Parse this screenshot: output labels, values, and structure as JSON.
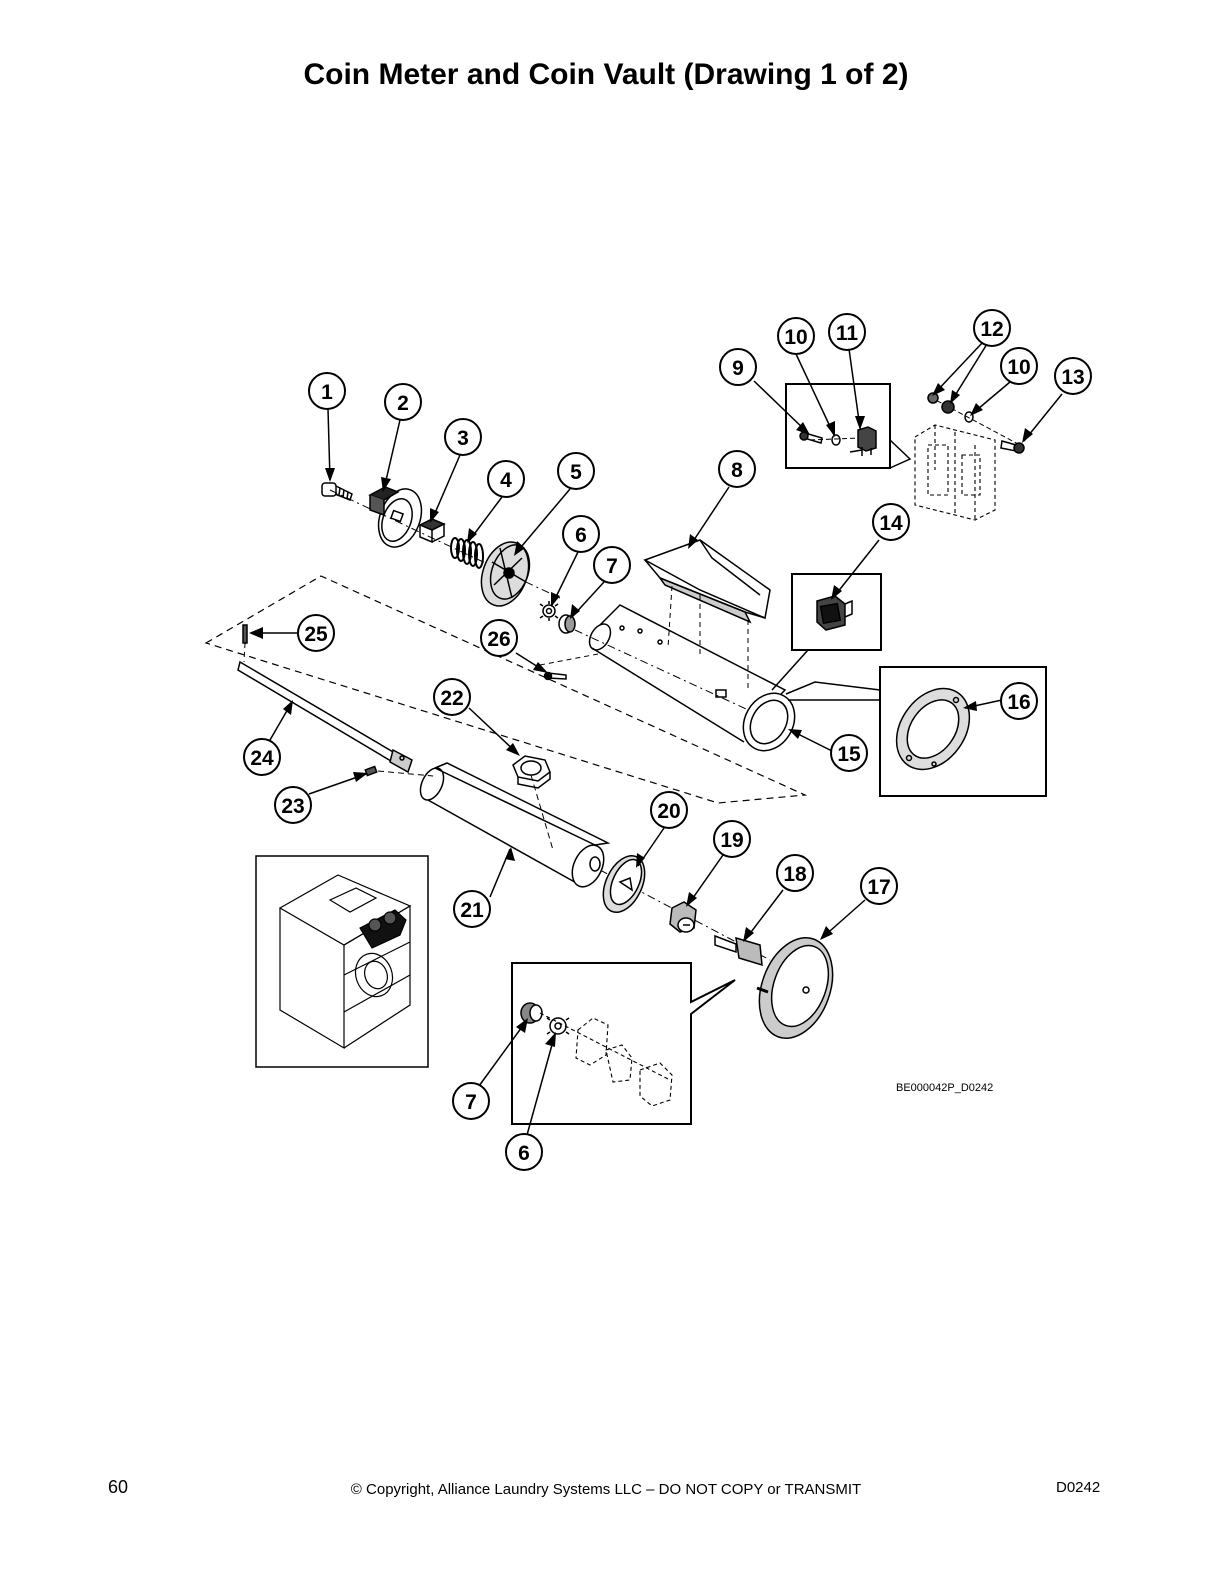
{
  "page": {
    "title": "Coin Meter and Coin Vault (Drawing 1 of 2)",
    "drawing_id": "BE000042P_D0242",
    "page_number": "60",
    "copyright": "© Copyright, Alliance Laundry Systems LLC – DO NOT COPY or TRANSMIT",
    "doc_code": "D0242"
  },
  "callouts": [
    "1",
    "2",
    "3",
    "4",
    "5",
    "6",
    "7",
    "8",
    "9",
    "10",
    "11",
    "12",
    "10",
    "13",
    "14",
    "15",
    "16",
    "17",
    "18",
    "19",
    "20",
    "21",
    "22",
    "23",
    "24",
    "25",
    "26",
    "7",
    "6"
  ]
}
